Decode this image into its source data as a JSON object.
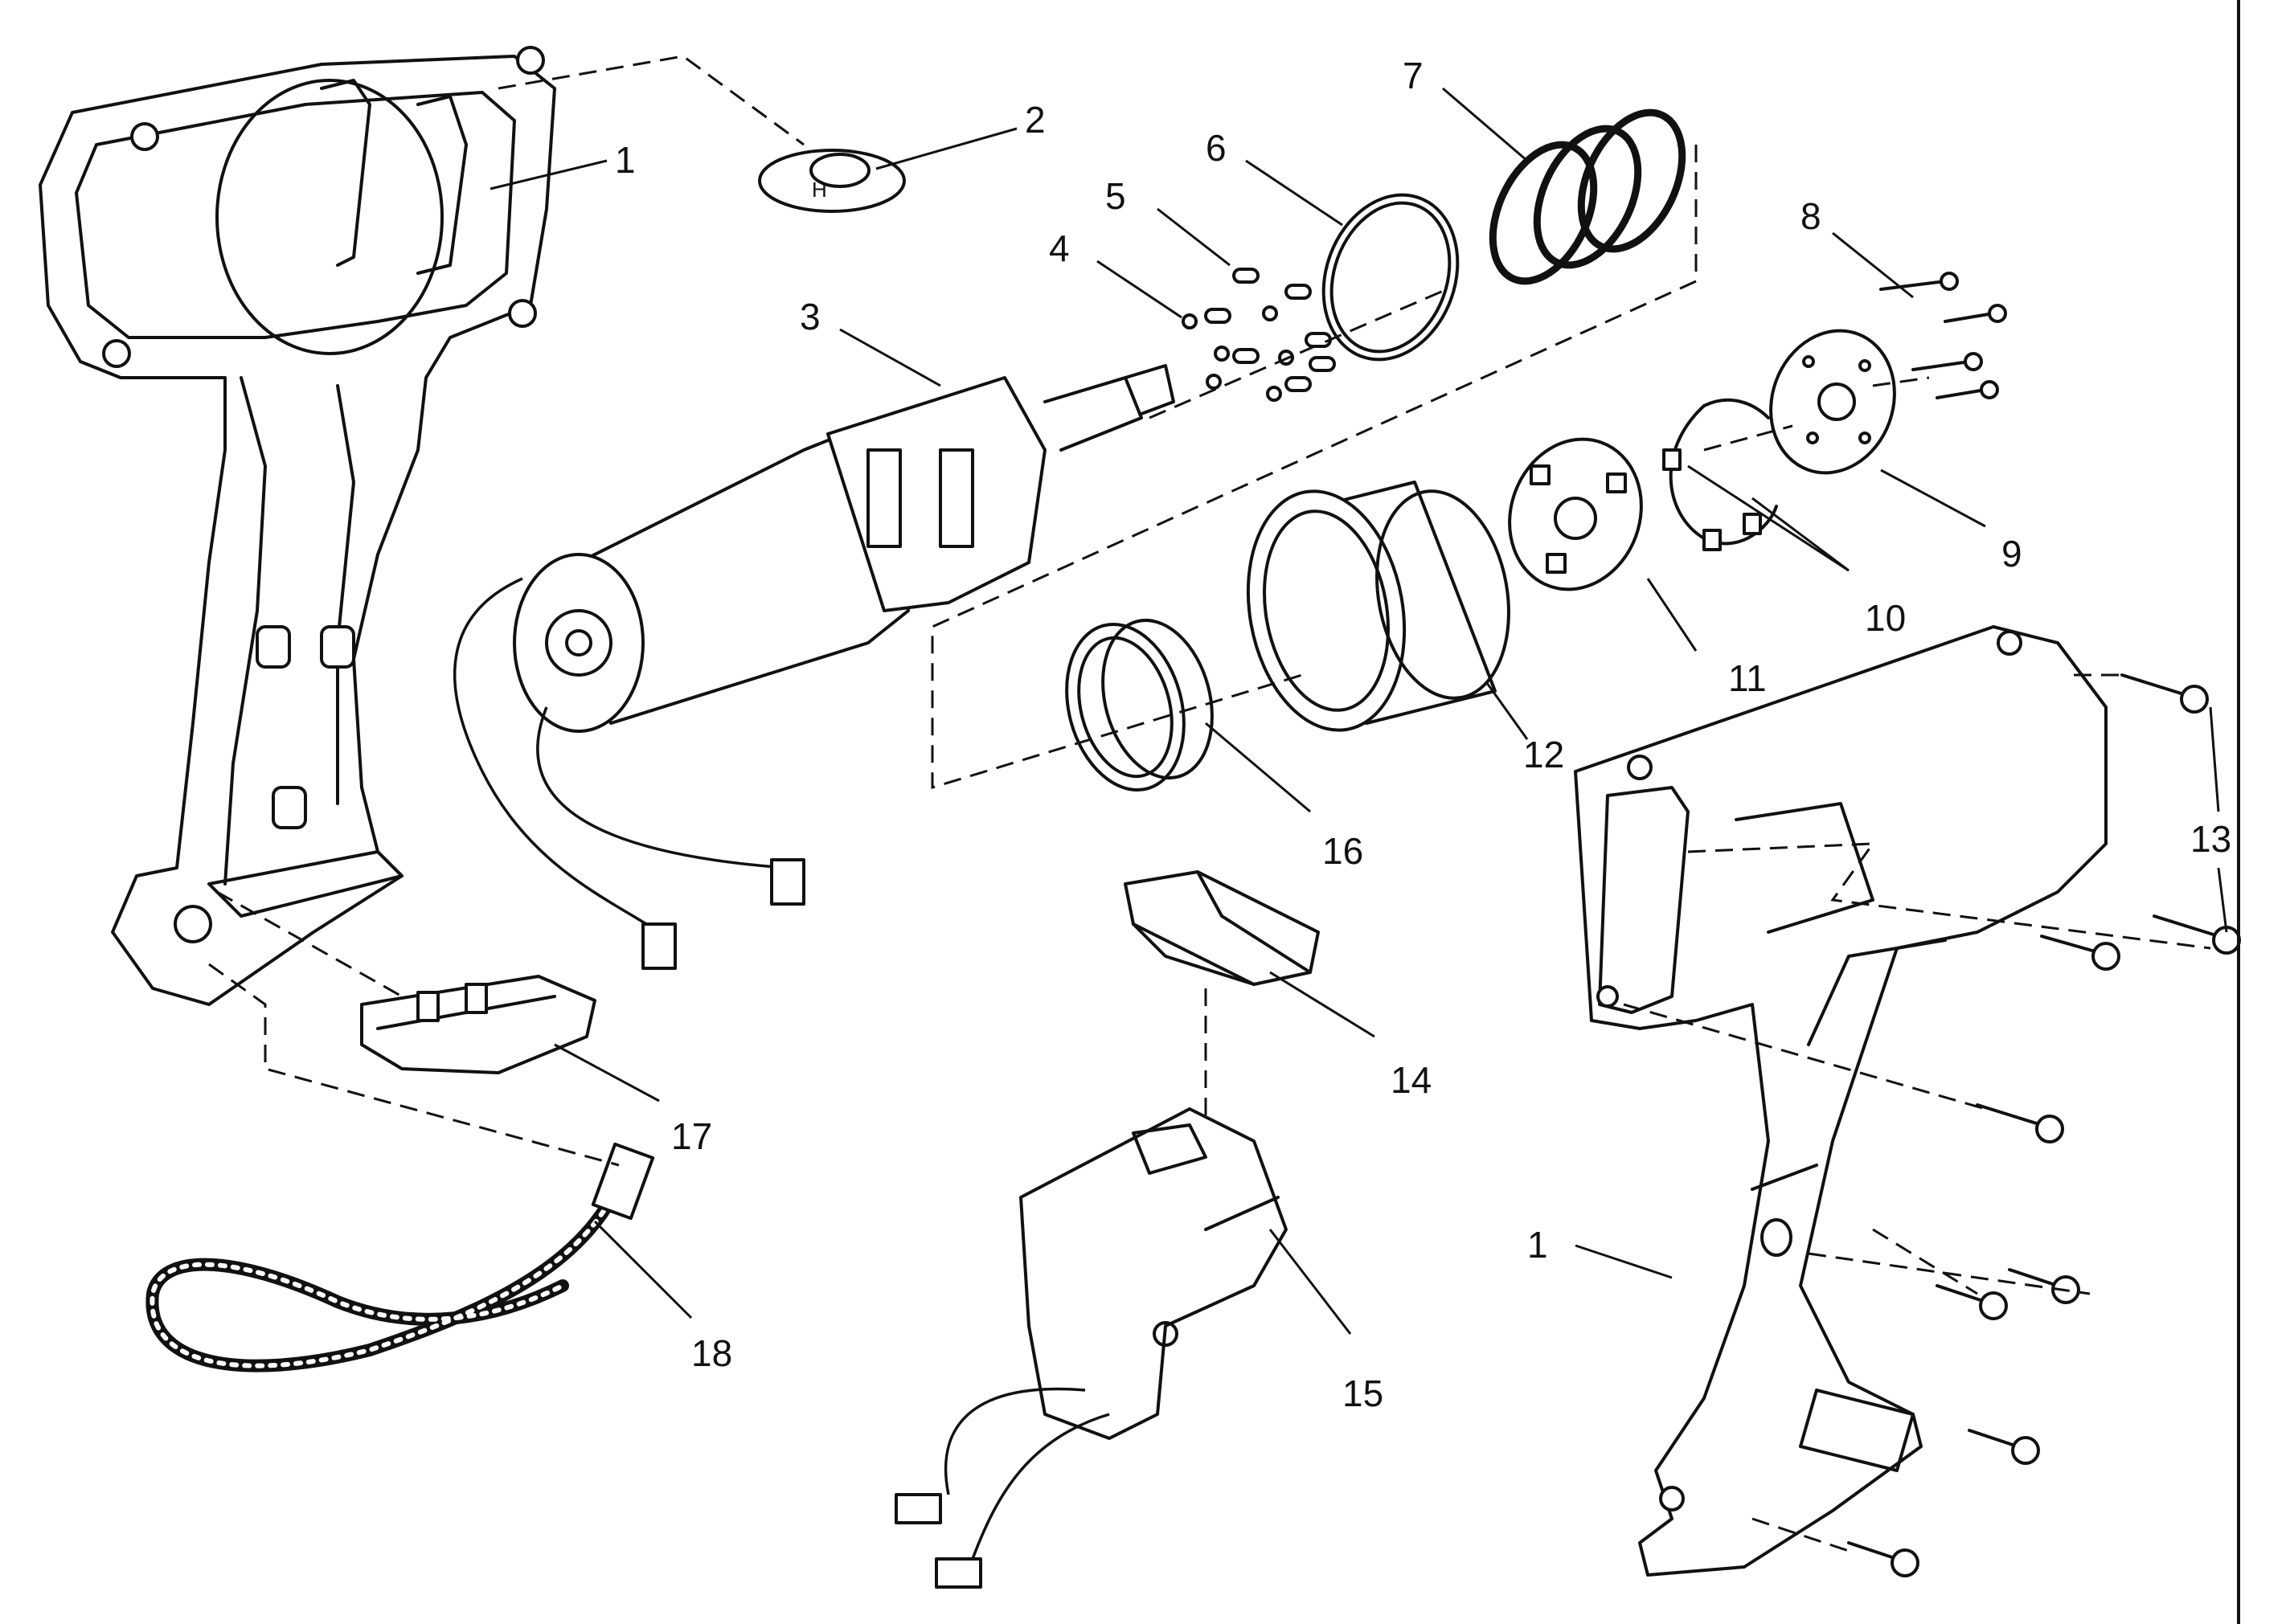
{
  "callouts": {
    "c1a": "1",
    "c2": "2",
    "c3": "3",
    "c4": "4",
    "c5": "5",
    "c6": "6",
    "c7": "7",
    "c8": "8",
    "c9": "9",
    "c10": "10",
    "c11": "11",
    "c12": "12",
    "c13": "13",
    "c14": "14",
    "c15": "15",
    "c16": "16",
    "c17": "17",
    "c18": "18",
    "c1b": "1"
  },
  "markings": {
    "switch_plate": "H"
  }
}
